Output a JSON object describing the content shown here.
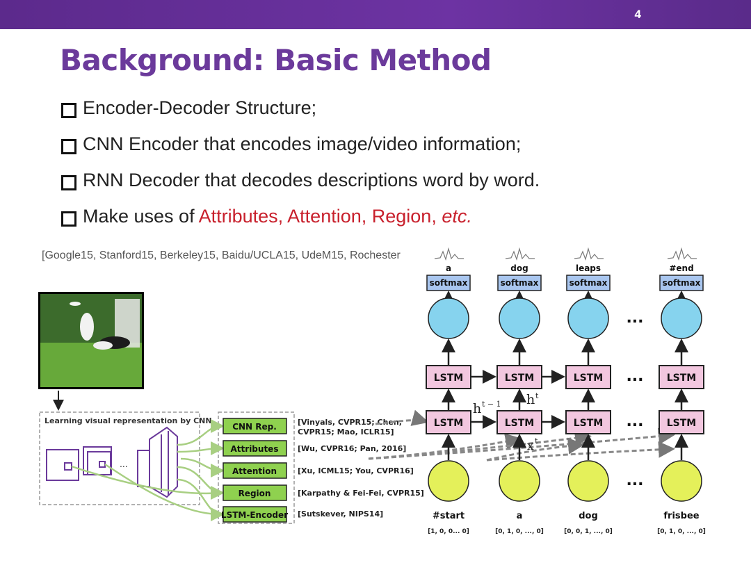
{
  "page_number": "4",
  "title": "Background: Basic Method",
  "bullets": {
    "b1": "Encoder-Decoder Structure;",
    "b2": "CNN Encoder that encodes image/video information;",
    "b3": "RNN Decoder that decodes descriptions word by word.",
    "b4_prefix": "Make uses of ",
    "b4_attr": "Attributes",
    "b4_att": "Attention",
    "b4_reg": "Region",
    "b4_etc": "etc."
  },
  "ref_line": "[Google15, Stanford15, Berkeley15, Baidu/UCLA15, UdeM15, Rochester",
  "cnn_box_title": "Learning visual representation by CNN",
  "cnn_ellipsis": "...",
  "reps": [
    "CNN Rep.",
    "Attributes",
    "Attention",
    "Region",
    "LSTM-Encoder"
  ],
  "citations": {
    "c1a": "[Vinyals, CVPR15; Chen,",
    "c1b": "CVPR15; Mao, ICLR15]",
    "c2": "[Wu, CVPR16; Pan, 2016]",
    "c3": "[Xu, ICML15; You, CVPR16]",
    "c4": "[Karpathy & Fei-Fei, CVPR15]",
    "c5": "[Sutskever, NIPS14]"
  },
  "outputs": [
    "a",
    "dog",
    "leaps",
    "#end"
  ],
  "softmax_label": "softmax",
  "lstm_label": "LSTM",
  "ellipsis": "...",
  "inputs": [
    "#start",
    "a",
    "dog",
    "frisbee"
  ],
  "onehots": [
    "[1, 0, 0... 0]",
    "[0, 1, 0, ..., 0]",
    "[0, 0, 1, ..., 0]",
    "[0, 1, 0, ..., 0]"
  ],
  "h_prev": "h",
  "h_prev_sup": "t − 1",
  "h_cur": "h",
  "h_cur_sup": "t",
  "x_cur": "x",
  "x_cur_sup": "t",
  "colors": {
    "title": "#6b3a9b",
    "highlight": "#c8202c",
    "softmax_fill": "#a9c6ef",
    "output_node": "#86d3ee",
    "lstm_fill": "#f2c7df",
    "input_node": "#e4f05a",
    "rep_box": "#8fd14f",
    "connector": "#a8cf82"
  }
}
